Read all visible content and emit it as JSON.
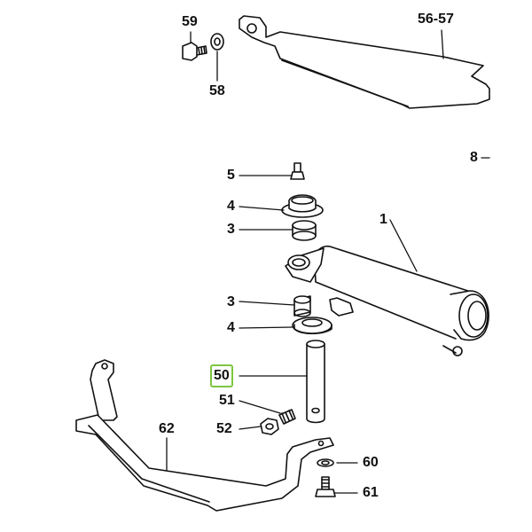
{
  "labels": {
    "p59": "59",
    "p58": "58",
    "p5657": "56-57",
    "p8": "8",
    "p5": "5",
    "p4a": "4",
    "p3a": "3",
    "p1": "1",
    "p3b": "3",
    "p4b": "4",
    "p50": "50",
    "p51": "51",
    "p52": "52",
    "p62": "62",
    "p60": "60",
    "p61": "61"
  },
  "highlight": {
    "part": "50",
    "color": "#7dc540"
  }
}
